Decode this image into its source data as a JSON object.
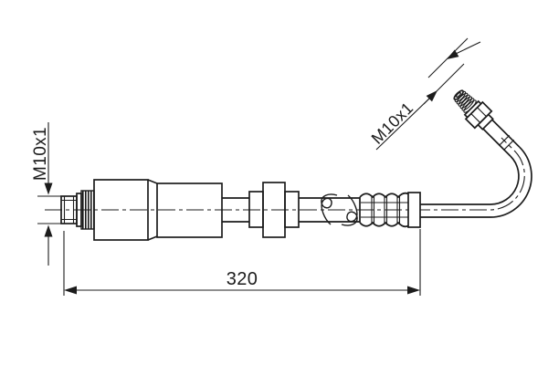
{
  "drawing": {
    "type": "technical-line-drawing",
    "subject": "brake-hose",
    "colors": {
      "background": "#ffffff",
      "line": "#1c1c1c"
    },
    "labels": {
      "left_thread": "M10x1",
      "right_thread": "M10x1",
      "hose_length": "320"
    }
  }
}
